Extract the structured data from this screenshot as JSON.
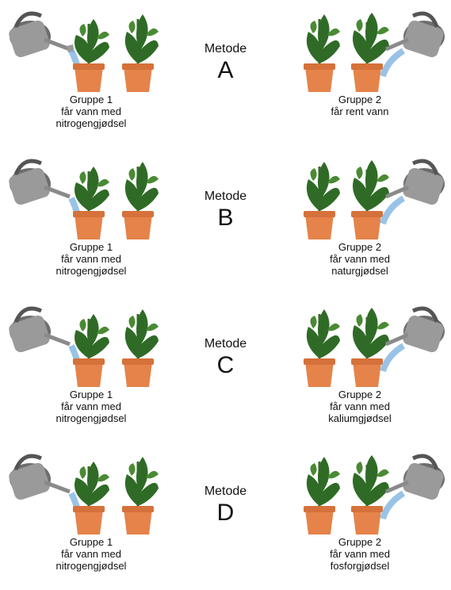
{
  "methods": [
    {
      "label": "Metode",
      "letter": "A",
      "left": {
        "title": "Gruppe 1",
        "lines": [
          "får vann med",
          "nitrogengjødsel"
        ]
      },
      "right": {
        "title": "Gruppe 2",
        "lines": [
          "får rent vann",
          ""
        ]
      }
    },
    {
      "label": "Metode",
      "letter": "B",
      "left": {
        "title": "Gruppe 1",
        "lines": [
          "får vann med",
          "nitrogengjødsel"
        ]
      },
      "right": {
        "title": "Gruppe 2",
        "lines": [
          "får vann med",
          "naturgjødsel"
        ]
      }
    },
    {
      "label": "Metode",
      "letter": "C",
      "left": {
        "title": "Gruppe 1",
        "lines": [
          "får vann med",
          "nitrogengjødsel"
        ]
      },
      "right": {
        "title": "Gruppe 2",
        "lines": [
          "får vann med",
          "kaliumgjødsel"
        ]
      }
    },
    {
      "label": "Metode",
      "letter": "D",
      "left": {
        "title": "Gruppe 1",
        "lines": [
          "får vann med",
          "nitrogengjødsel"
        ]
      },
      "right": {
        "title": "Gruppe 2",
        "lines": [
          "får vann med",
          "fosforgjødsel"
        ]
      }
    }
  ],
  "colors": {
    "pot": "#e5834a",
    "pot_rim": "#d5713a",
    "leaf": "#2f6b26",
    "leaf_light": "#4a8a34",
    "can": "#8a8a8a",
    "water": "#7fb4e0"
  }
}
